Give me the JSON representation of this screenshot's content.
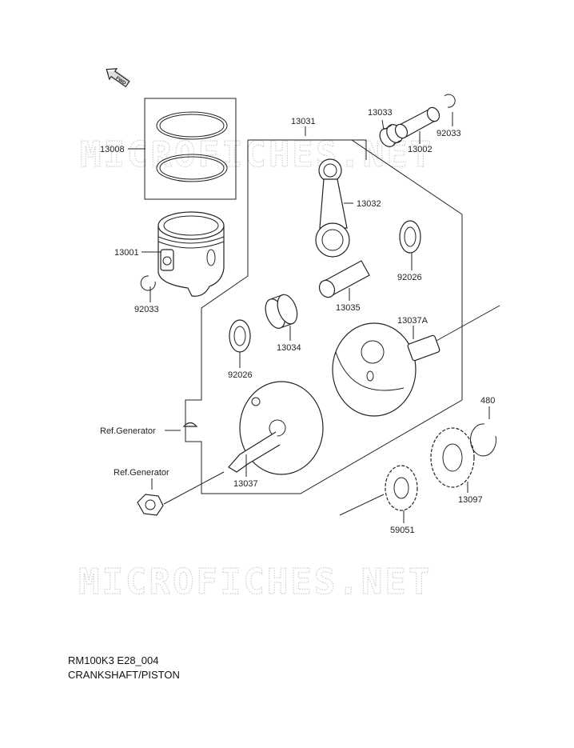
{
  "watermark": "MICROFICHES.NET",
  "fwd_label": "FWD",
  "callouts": [
    {
      "id": "piston-ring-set",
      "label": "13008"
    },
    {
      "id": "piston",
      "label": "13001"
    },
    {
      "id": "circlip-left",
      "label": "92033"
    },
    {
      "id": "crankshaft-assy",
      "label": "13031"
    },
    {
      "id": "pin-bearing",
      "label": "13033"
    },
    {
      "id": "piston-pin",
      "label": "13002"
    },
    {
      "id": "circlip-right",
      "label": "92033"
    },
    {
      "id": "connecting-rod",
      "label": "13032"
    },
    {
      "id": "washer-right",
      "label": "92026"
    },
    {
      "id": "crank-pin",
      "label": "13035"
    },
    {
      "id": "crank-bearing",
      "label": "13034"
    },
    {
      "id": "washer-left",
      "label": "92026"
    },
    {
      "id": "crank-half-right",
      "label": "13037A"
    },
    {
      "id": "crank-half-left",
      "label": "13037"
    },
    {
      "id": "circlip-480",
      "label": "480"
    },
    {
      "id": "gear-13097",
      "label": "13097"
    },
    {
      "id": "gear-59051",
      "label": "59051"
    },
    {
      "id": "ref-generator-key",
      "label": "Ref.Generator"
    },
    {
      "id": "ref-generator-nut",
      "label": "Ref.Generator"
    }
  ],
  "footer": {
    "model_code": "RM100K3 E28_004",
    "title": "CRANKSHAFT/PISTON"
  }
}
